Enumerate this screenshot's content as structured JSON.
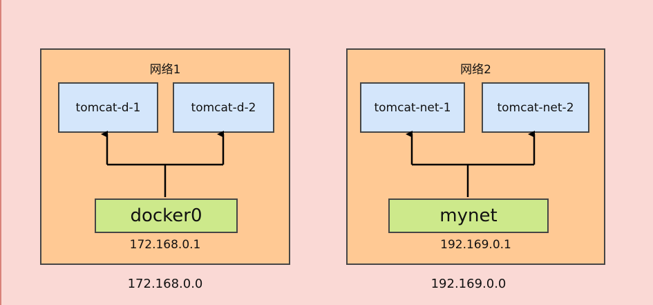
{
  "networks": [
    {
      "title": "网络1",
      "containers": [
        "tomcat-d-1",
        "tomcat-d-2"
      ],
      "bridge": "docker0",
      "gateway": "172.168.0.1",
      "subnet": "172.168.0.0"
    },
    {
      "title": "网络2",
      "containers": [
        "tomcat-net-1",
        "tomcat-net-2"
      ],
      "bridge": "mynet",
      "gateway": "192.169.0.1",
      "subnet": "192.169.0.0"
    }
  ],
  "colors": {
    "background": "#fad9d5",
    "network_fill": "#ffc994",
    "container_fill": "#d4e6fb",
    "bridge_fill": "#cde98b",
    "stroke": "#454545"
  }
}
